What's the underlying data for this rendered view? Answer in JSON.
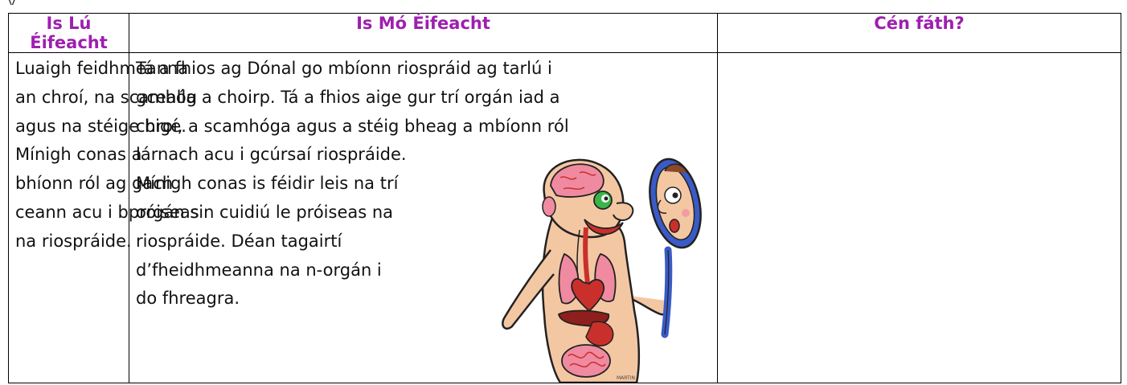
{
  "table": {
    "headers": [
      "Is Lú Éifeacht",
      "Is Mó Éifeacht",
      "Cén fáth?"
    ],
    "col1_lines": [
      "Luaigh feidhmeanna",
      "an chroí, na scamhóg",
      "agus na stéige bige.",
      "Mínigh conas a",
      "bhíonn ról ag gach",
      "ceann acu i bpróiseas",
      "na riospráide."
    ],
    "col2_lines": [
      "Tá a fhios ag Dónal go mbíonn riospráid ag tarlú i",
      "gcealla a choirp.  Tá a fhios aige gur trí orgán iad a",
      "chroí, a scamhóga agus a stéig bheag a mbíonn ról",
      "lárnach acu i gcúrsaí riospráide.",
      "Mínigh conas is féidir leis na trí",
      "orgán sin cuidiú le próiseas na",
      "riospráide.  Déan tagairtí",
      "d’fheidhmeanna na n-orgán i",
      "do fhreagra."
    ],
    "col3_text": ""
  },
  "illustration": {
    "subject": "cartoon-anatomy-figure-with-mirror",
    "signature": "MARTIN",
    "colors": {
      "skin": "#f4c7a3",
      "outline": "#222222",
      "organ_red": "#c9302c",
      "organ_pink": "#f08aa0",
      "mirror_frame": "#3a5bc7",
      "eye_green": "#3bb54a"
    }
  },
  "style": {
    "header_color": "#9e1fb0",
    "border_color": "#000000"
  }
}
